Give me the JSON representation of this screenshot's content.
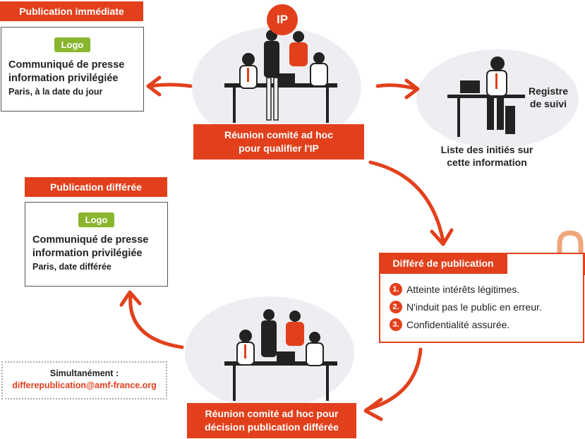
{
  "ip_badge": "IP",
  "immediate": {
    "header": "Publication immédiate",
    "logo": "Logo",
    "title_line1": "Communiqué de presse",
    "title_line2": "information privilégiée",
    "subtitle": "Paris, à la date du jour"
  },
  "meeting_top": {
    "line1": "Réunion comité ad hoc",
    "line2": "pour qualifier l'IP"
  },
  "registry": {
    "label_line1": "Registre",
    "label_line2": "de suivi",
    "caption_line1": "Liste des initiés sur",
    "caption_line2": "cette information"
  },
  "deferred": {
    "header": "Publication différée",
    "logo": "Logo",
    "title_line1": "Communiqué de presse",
    "title_line2": "information privilégiée",
    "subtitle": "Paris, date différée"
  },
  "deferral": {
    "header": "Différé de publication",
    "items": [
      {
        "num": "1.",
        "text": "Atteinte intérêts légitimes."
      },
      {
        "num": "2.",
        "text": "N'induit pas le public en erreur."
      },
      {
        "num": "3.",
        "text": "Confidentialité assurée."
      }
    ]
  },
  "simultaneous": {
    "label": "Simultanément :",
    "email": "differepublication@amf-france.org"
  },
  "meeting_bottom": {
    "line1": "Réunion comité ad hoc pour",
    "line2": "décision publication différée"
  },
  "colors": {
    "accent": "#e2401c",
    "logo_green": "#8ab62f",
    "blob": "#eeeef2"
  }
}
